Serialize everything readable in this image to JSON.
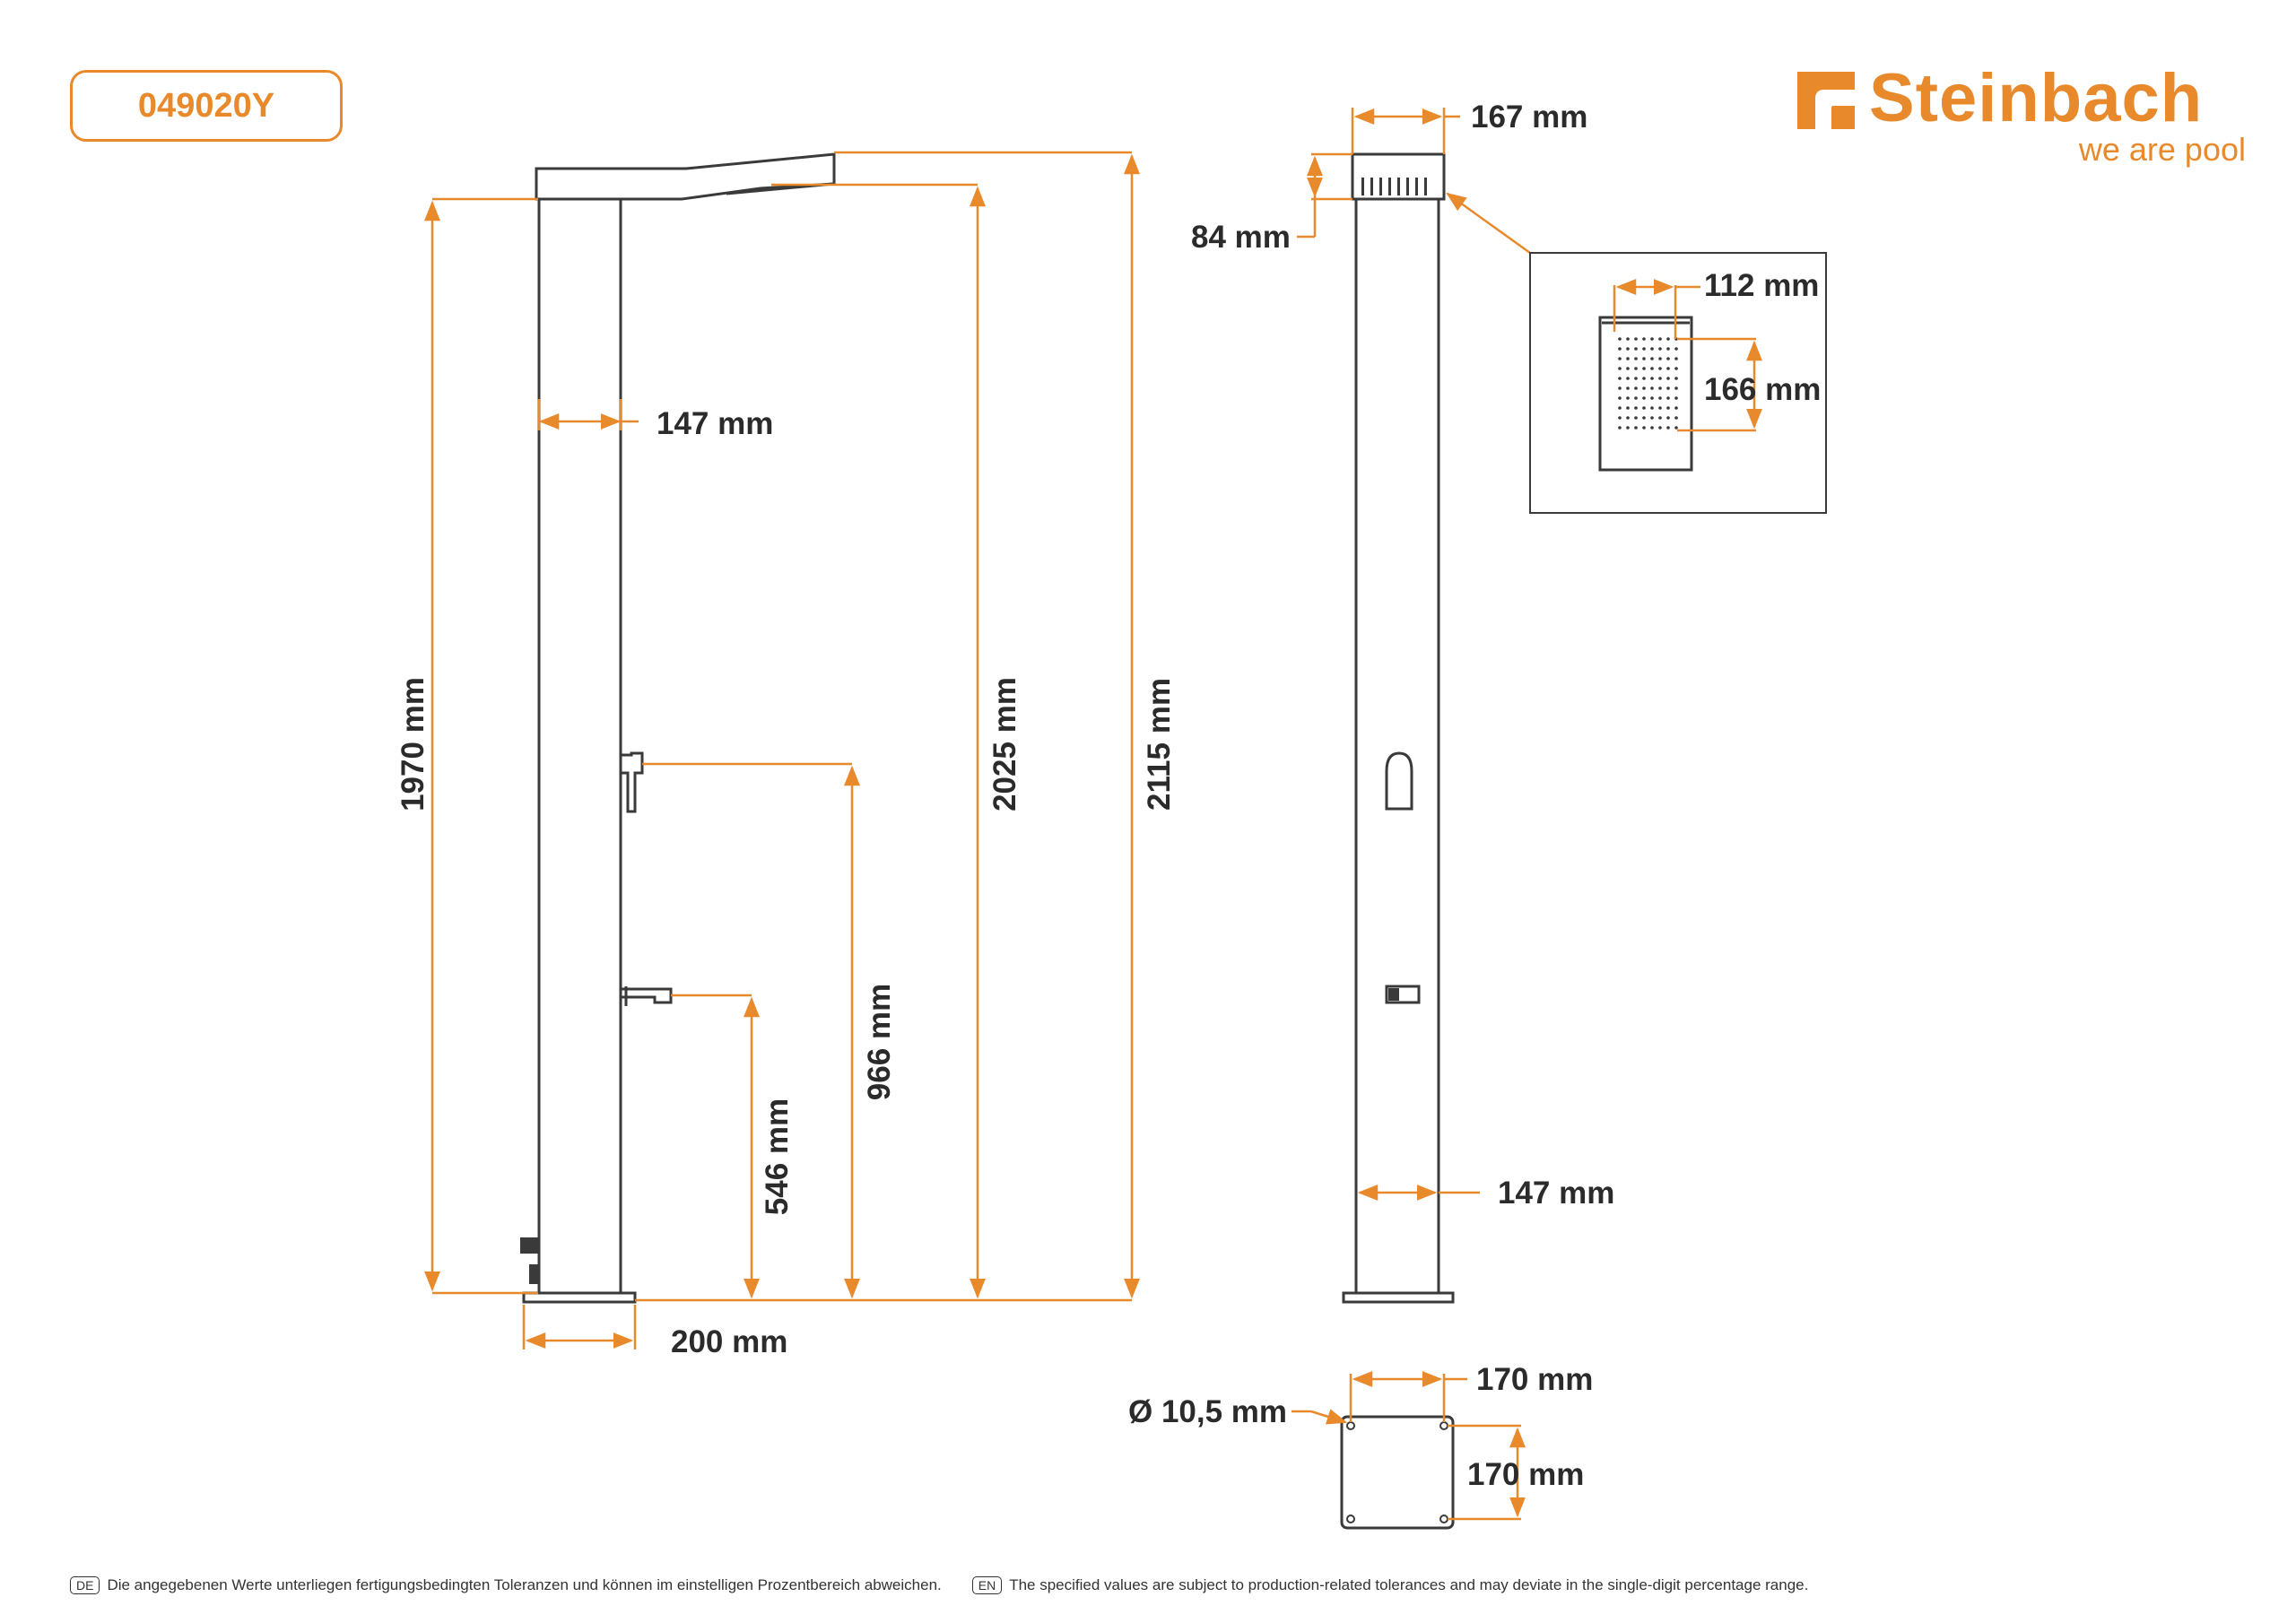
{
  "product_code": "049020Y",
  "brand": {
    "name": "Steinbach",
    "tagline": "we are pool",
    "color": "#e8892b"
  },
  "dimensions": {
    "front_column_width": "147 mm",
    "front_height_column": "1970 mm",
    "front_height_head": "2025 mm",
    "front_height_total": "2115 mm",
    "front_height_mixer": "966 mm",
    "front_height_tap": "546 mm",
    "front_base_width": "200 mm",
    "side_top_width": "167 mm",
    "side_head_height": "84 mm",
    "side_column_width": "147 mm",
    "nozzle_width": "112 mm",
    "nozzle_length": "166 mm",
    "base_hole_diameter": "Ø 10,5 mm",
    "base_width": "170 mm",
    "base_depth": "170 mm"
  },
  "footer": {
    "de_tag": "DE",
    "de_text": "Die angegebenen Werte unterliegen fertigungsbedingten Toleranzen und können im einstelligen Prozentbereich abweichen.",
    "en_tag": "EN",
    "en_text": "The specified values are subject to production-related tolerances and may deviate in the single-digit percentage range."
  }
}
